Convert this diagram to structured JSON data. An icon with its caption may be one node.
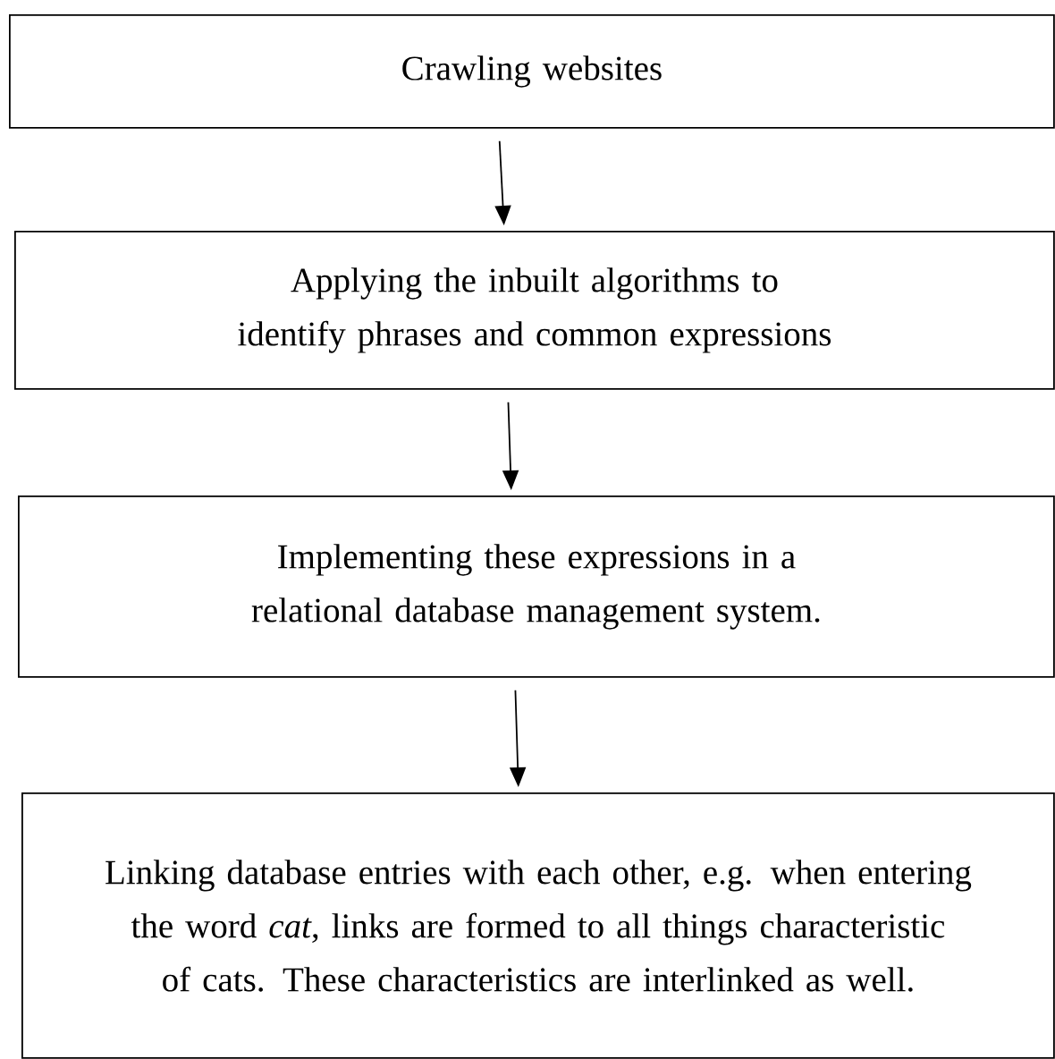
{
  "diagram": {
    "nodes": [
      {
        "text": [
          "Crawling websites"
        ]
      },
      {
        "text": [
          "Applying the inbuilt algorithms to identify phrases and common expressions"
        ]
      },
      {
        "text": [
          "Implementing these expressions in a relational database management system."
        ]
      },
      {
        "text": [
          "Linking database entries with each other, e.g. when entering the word *cat*, links are formed to all things characteristic of cats. These characteristics are interlinked as well."
        ]
      }
    ],
    "edges": [
      {
        "from": 0,
        "to": 1,
        "arrow": "to"
      },
      {
        "from": 1,
        "to": 2,
        "arrow": "to"
      },
      {
        "from": 2,
        "to": 3,
        "arrow": "to"
      }
    ]
  }
}
